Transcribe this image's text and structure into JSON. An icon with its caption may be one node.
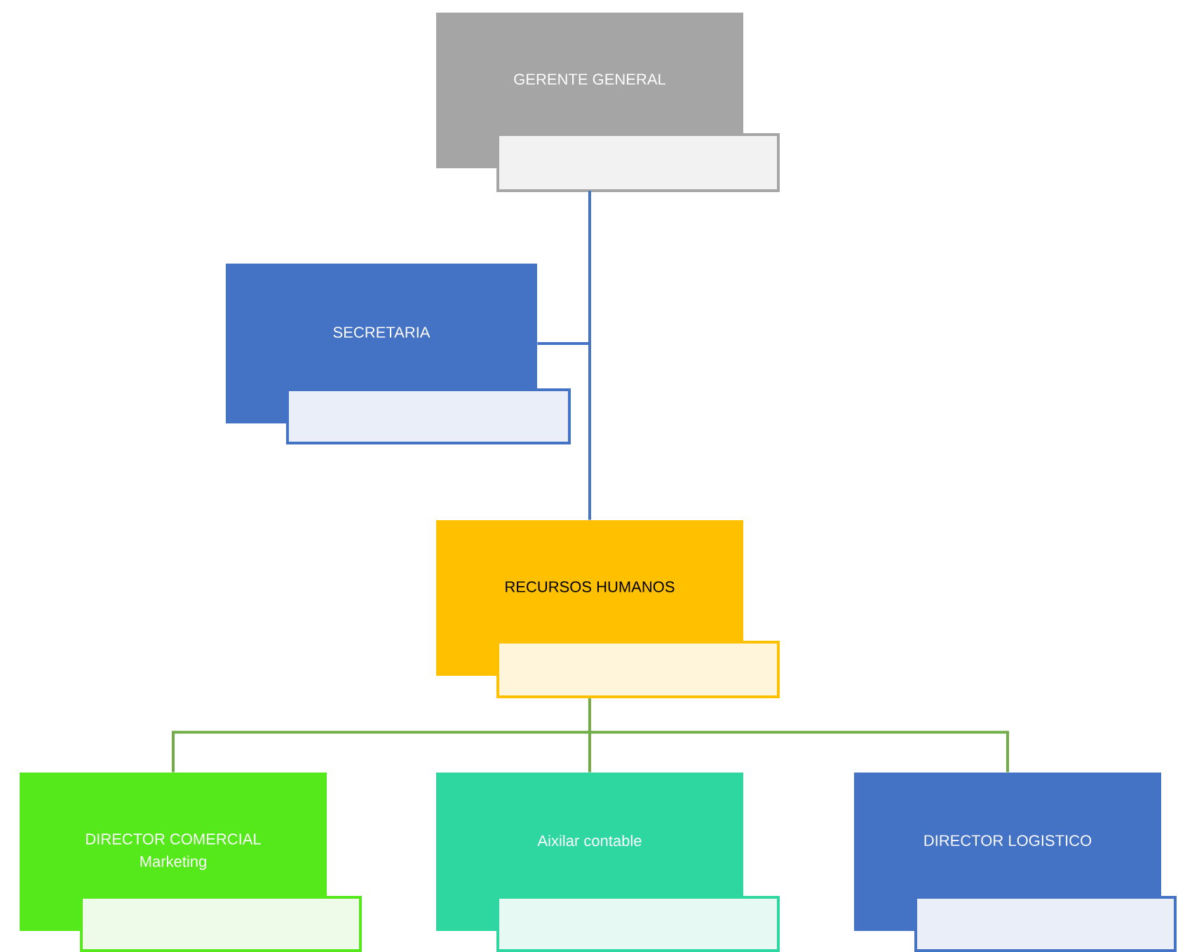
{
  "diagram": {
    "nodes": [
      {
        "text": [
          "GERENTE GENERAL"
        ]
      },
      {
        "text": [
          "SECRETARIA"
        ]
      },
      {
        "text": [
          "RECURSOS HUMANOS"
        ]
      },
      {
        "text": [
          "DIRECTOR COMERCIAL",
          "Marketing"
        ]
      },
      {
        "text": [
          "Aixilar contable"
        ]
      },
      {
        "text": [
          "DIRECTOR LOGISTICO"
        ]
      }
    ],
    "edges": [
      {
        "from": 0,
        "to": 1,
        "arrow": "none",
        "color": "#4472c4"
      },
      {
        "from": 0,
        "to": 2,
        "arrow": "none",
        "color": "#4472c4"
      },
      {
        "from": 2,
        "to": 3,
        "arrow": "none"
      },
      {
        "from": 2,
        "to": 4,
        "arrow": "none"
      },
      {
        "from": 2,
        "to": 5,
        "arrow": "none"
      }
    ]
  }
}
